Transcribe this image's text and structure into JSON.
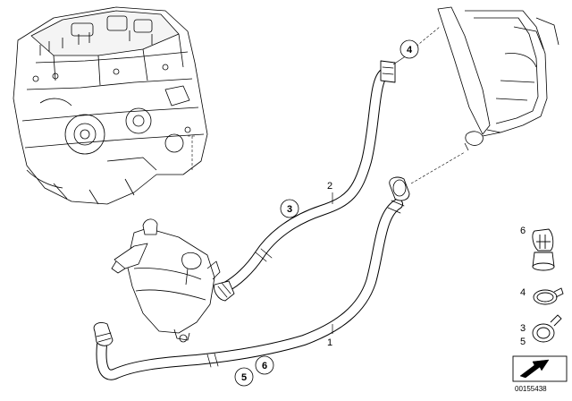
{
  "diagram": {
    "callouts": {
      "hose_1": "1",
      "hose_2": "2",
      "circled_3": "3",
      "circled_4": "4",
      "circled_5": "5",
      "circled_6": "6"
    },
    "legend": {
      "item_6": "6",
      "item_4": "4",
      "item_3": "3",
      "item_5": "5"
    },
    "reference_number": "00155438"
  }
}
